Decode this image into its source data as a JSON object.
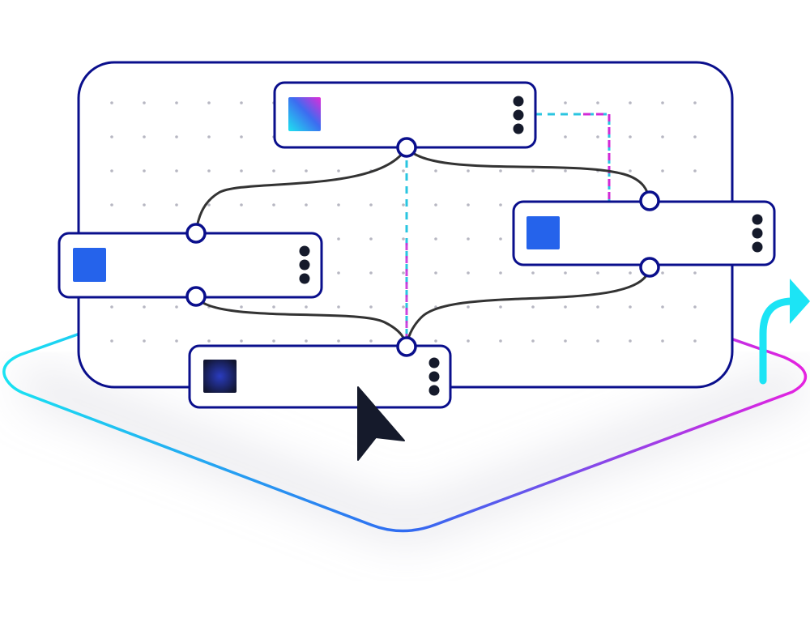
{
  "colors": {
    "frame": "#0a0f8c",
    "node_fill": "#ffffff",
    "dot_grid": "#b7b7c2",
    "connector": "#333333",
    "dashed_cyan": "#2ac5e0",
    "dashed_magenta": "#d12bd6",
    "cursor": "#151a2b",
    "arrow": "#1ce4f5",
    "accent_blue": "#2563eb",
    "accent_dark": "#151a3a",
    "glow_cyan": "#19e3f2",
    "glow_blue": "#2f6bf1",
    "glow_magenta": "#e521e0"
  },
  "canvas": {
    "name": "workflow-canvas"
  },
  "nodes": [
    {
      "id": "top",
      "icon": "gradient-square-icon"
    },
    {
      "id": "left",
      "icon": "blue-square-icon"
    },
    {
      "id": "right",
      "icon": "blue-square-icon"
    },
    {
      "id": "bottom",
      "icon": "dark-square-icon"
    }
  ],
  "icons": {
    "menu": "vertical-ellipsis-icon",
    "cursor": "mouse-pointer-icon",
    "arrow": "turn-right-arrow-icon"
  }
}
